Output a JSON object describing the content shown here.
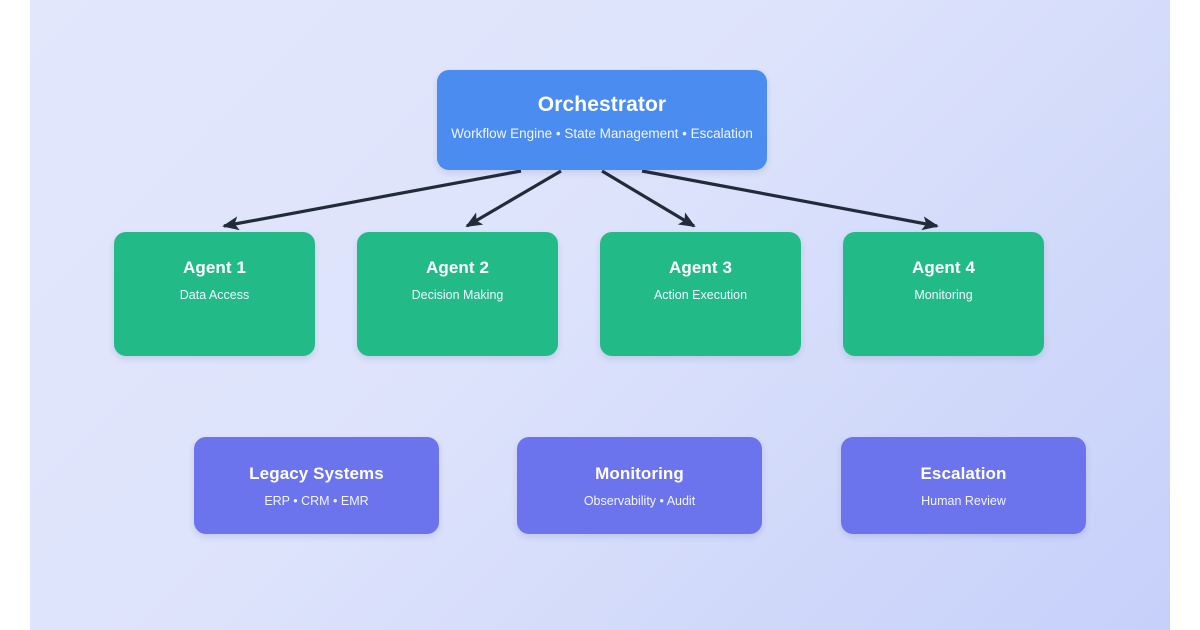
{
  "canvas": {
    "background_from": "#e3e7fc",
    "background_to": "#c6d0fa",
    "margin_color": "#ffffff"
  },
  "colors": {
    "orchestrator": "#4a8cf0",
    "agent": "#22bb88",
    "infrastructure": "#6b73ed",
    "arrow": "#212c3a",
    "text": "#ffffff"
  },
  "orchestrator": {
    "title": "Orchestrator",
    "subtitle": "Workflow Engine • State Management • Escalation"
  },
  "agents": [
    {
      "title": "Agent 1",
      "subtitle": "Data Access"
    },
    {
      "title": "Agent 2",
      "subtitle": "Decision Making"
    },
    {
      "title": "Agent 3",
      "subtitle": "Action Execution"
    },
    {
      "title": "Agent 4",
      "subtitle": "Monitoring"
    }
  ],
  "infrastructure": [
    {
      "title": "Legacy Systems",
      "subtitle": "ERP • CRM • EMR"
    },
    {
      "title": "Monitoring",
      "subtitle": "Observability • Audit"
    },
    {
      "title": "Escalation",
      "subtitle": "Human Review"
    }
  ],
  "connections": [
    {
      "from": "orchestrator",
      "to": "Agent 1"
    },
    {
      "from": "orchestrator",
      "to": "Agent 2"
    },
    {
      "from": "orchestrator",
      "to": "Agent 3"
    },
    {
      "from": "orchestrator",
      "to": "Agent 4"
    }
  ]
}
